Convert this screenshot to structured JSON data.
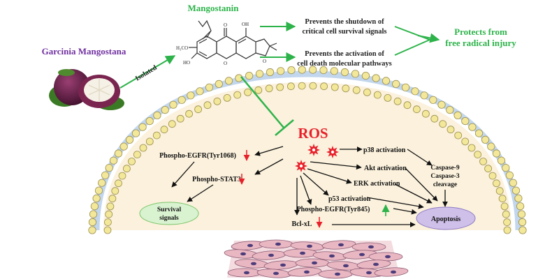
{
  "source": {
    "label": "Garcinia Mangostana",
    "arrow_label": "Isolated"
  },
  "compound": {
    "name": "Mangostanin",
    "structure_labels": {
      "methoxy": "H₃CO",
      "oh_upper": "OH",
      "oh_lower": "HO",
      "carbonyl": "O",
      "ring_o1": "O",
      "ring_o2": "O"
    }
  },
  "effects": [
    {
      "line1": "Prevents the shutdown of",
      "line2": "critical cell survival signals"
    },
    {
      "line1": "Prevents the activation of",
      "line2": "cell death molecular pathways"
    }
  ],
  "outcome": {
    "line1": "Protects from",
    "line2": "free radical injury"
  },
  "ros": {
    "label": "ROS"
  },
  "left_pathway": {
    "egfr": "Phospho-EGFR(Tyr1068)",
    "stat3": "Phospho-STAT3",
    "survival": {
      "line1": "Survival",
      "line2": "signals"
    }
  },
  "right_pathway": {
    "p38": "p38 activation",
    "akt": "Akt activation",
    "erk": "ERK activation",
    "p53": "p53 activation",
    "egfr845": "Phospho-EGFR(Tyr845)",
    "bclxl": "Bcl-xL",
    "caspase": {
      "line1": "Caspase-9",
      "line2": "Caspase-3",
      "line3": "cleavage"
    },
    "apoptosis": "Apoptosis"
  },
  "colors": {
    "purple_text": "#7030a0",
    "green": "#2db34a",
    "ros_red": "#e8202a",
    "cell_fill": "#fbf1dc",
    "lipid_head": "#f3e79a",
    "lipid_stroke": "#9b8f4e",
    "membrane_blue": "#8fb4df",
    "survival_fill": "#d9f2d0",
    "apoptosis_fill": "#cfc0ea",
    "tissue_fill": "#e9b7c2"
  }
}
